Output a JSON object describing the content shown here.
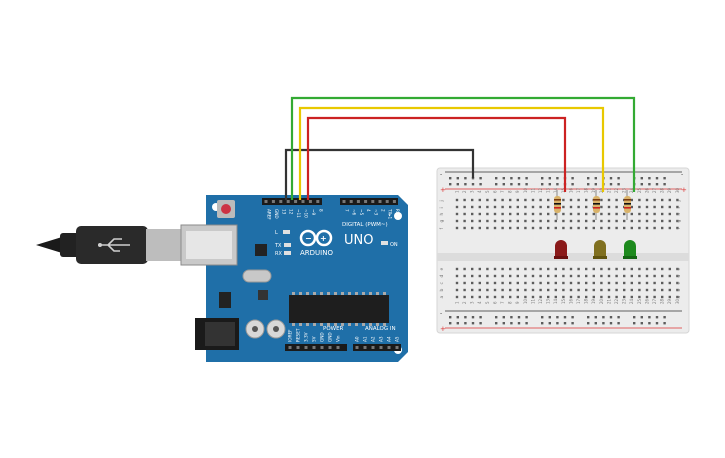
{
  "board": {
    "brand": "ARDUINO",
    "model": "UNO",
    "digital_header": "DIGITAL (PWM~)",
    "power_header": "POWER",
    "analog_header": "ANALOG IN",
    "on_label": "ON",
    "tx_label": "TX",
    "rx_label": "RX",
    "l_label": "L",
    "top_pins": [
      "AREF",
      "GND",
      "13",
      "12",
      "~11",
      "~10",
      "~9",
      "8",
      "7",
      "~6",
      "~5",
      "4",
      "~3",
      "2",
      "TX▸1",
      "RX◂0"
    ],
    "power_pins": [
      "IOREF",
      "RESET",
      "3.3V",
      "5V",
      "GND",
      "GND",
      "Vin"
    ],
    "analog_pins": [
      "A0",
      "A1",
      "A2",
      "A3",
      "A4",
      "A5"
    ]
  },
  "breadboard": {
    "row_letters_top": [
      "j",
      "i",
      "h",
      "g",
      "f"
    ],
    "row_letters_bottom": [
      "e",
      "d",
      "c",
      "b",
      "a"
    ],
    "column_count": 30,
    "plus": "+",
    "minus": "-"
  },
  "colors": {
    "board_blue": "#1f6fa8",
    "wire_black": "#333333",
    "wire_red": "#cc2222",
    "wire_yellow": "#e8c800",
    "wire_green": "#33aa33",
    "led_red": "#8a1a1a",
    "led_yellow": "#807020",
    "led_green": "#1d8a1d"
  },
  "leds": [
    {
      "color": "red"
    },
    {
      "color": "yellow"
    },
    {
      "color": "green"
    }
  ]
}
